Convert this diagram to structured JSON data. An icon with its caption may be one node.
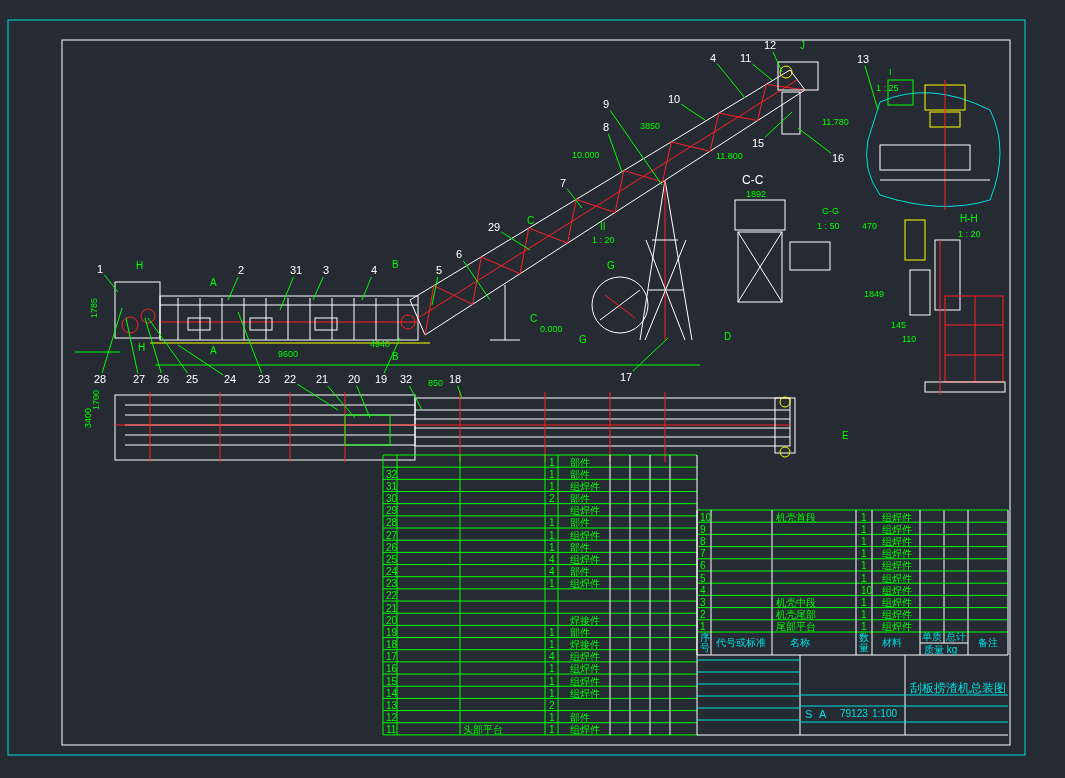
{
  "diagram": {
    "nodes": [
      {
        "text": [
          "12"
        ]
      },
      {
        "text": [
          "4"
        ]
      },
      {
        "text": [
          "11"
        ]
      },
      {
        "text": [
          "13"
        ]
      },
      {
        "text": [
          "10"
        ]
      },
      {
        "text": [
          "9"
        ]
      },
      {
        "text": [
          "8"
        ]
      },
      {
        "text": [
          "15"
        ]
      },
      {
        "text": [
          "16"
        ]
      },
      {
        "text": [
          "7"
        ]
      },
      {
        "text": [
          "29"
        ]
      },
      {
        "text": [
          "6"
        ]
      },
      {
        "text": [
          "1"
        ]
      },
      {
        "text": [
          "2"
        ]
      },
      {
        "text": [
          "31"
        ]
      },
      {
        "text": [
          "3"
        ]
      },
      {
        "text": [
          "4"
        ]
      },
      {
        "text": [
          "5"
        ]
      },
      {
        "text": [
          "17"
        ]
      },
      {
        "text": [
          "28"
        ]
      },
      {
        "text": [
          "27"
        ]
      },
      {
        "text": [
          "26"
        ]
      },
      {
        "text": [
          "25"
        ]
      },
      {
        "text": [
          "24"
        ]
      },
      {
        "text": [
          "23"
        ]
      },
      {
        "text": [
          "22"
        ]
      },
      {
        "text": [
          "21"
        ]
      },
      {
        "text": [
          "20"
        ]
      },
      {
        "text": [
          "19"
        ]
      },
      {
        "text": [
          "32"
        ]
      },
      {
        "text": [
          "18"
        ]
      }
    ],
    "edges": [
      {
        "from": 0,
        "to": null,
        "arrow": "none"
      },
      {
        "from": 1,
        "to": null,
        "arrow": "none"
      },
      {
        "from": 2,
        "to": null,
        "arrow": "none"
      },
      {
        "from": 3,
        "to": null,
        "arrow": "none"
      },
      {
        "from": 4,
        "to": null,
        "arrow": "none"
      },
      {
        "from": 5,
        "to": null,
        "arrow": "none"
      },
      {
        "from": 6,
        "to": null,
        "arrow": "none"
      },
      {
        "from": 7,
        "to": null,
        "arrow": "none"
      },
      {
        "from": 8,
        "to": null,
        "arrow": "none"
      },
      {
        "from": 9,
        "to": null,
        "arrow": "none"
      },
      {
        "from": 10,
        "to": null,
        "arrow": "none"
      },
      {
        "from": 11,
        "to": null,
        "arrow": "none"
      },
      {
        "from": 12,
        "to": null,
        "arrow": "none"
      },
      {
        "from": 13,
        "to": null,
        "arrow": "none"
      },
      {
        "from": 14,
        "to": null,
        "arrow": "none"
      },
      {
        "from": 15,
        "to": null,
        "arrow": "none"
      },
      {
        "from": 16,
        "to": null,
        "arrow": "none"
      },
      {
        "from": 17,
        "to": null,
        "arrow": "none"
      },
      {
        "from": 18,
        "to": null,
        "arrow": "none"
      },
      {
        "from": 19,
        "to": null,
        "arrow": "none"
      },
      {
        "from": 20,
        "to": null,
        "arrow": "none"
      },
      {
        "from": 21,
        "to": null,
        "arrow": "none"
      },
      {
        "from": 22,
        "to": null,
        "arrow": "none"
      },
      {
        "from": 23,
        "to": null,
        "arrow": "none"
      },
      {
        "from": 24,
        "to": null,
        "arrow": "none"
      },
      {
        "from": 25,
        "to": null,
        "arrow": "none"
      },
      {
        "from": 26,
        "to": null,
        "arrow": "none"
      },
      {
        "from": 27,
        "to": null,
        "arrow": "none"
      },
      {
        "from": 28,
        "to": null,
        "arrow": "none"
      },
      {
        "from": 29,
        "to": null,
        "arrow": "none"
      },
      {
        "from": 30,
        "to": null,
        "arrow": "none"
      }
    ],
    "labels": [
      "I",
      "1 : 25",
      "C-C",
      "1892",
      "G-G",
      "1 : 50",
      "470",
      "H-H",
      "1 : 20",
      "II",
      "1 : 20",
      "3850",
      "10.000",
      "11.800",
      "11.780",
      "1849",
      "145",
      "110",
      "0.000",
      "9600",
      "4940",
      "1785",
      "1700",
      "3400",
      "850",
      "J",
      "H",
      "H",
      "A",
      "A",
      "B",
      "B",
      "C",
      "C",
      "G",
      "G",
      "D",
      "E",
      "序号",
      "代号或标准",
      "名称",
      "数量",
      "材料",
      "单质",
      "总计",
      "质量 kg",
      "备注",
      "刮板捞渣机总装图",
      "S",
      "A",
      "79123",
      "1:100",
      "1",
      "部件",
      "32",
      "1",
      "部件",
      "31",
      "1",
      "组焊件",
      "30",
      "2",
      "部件",
      "29",
      "组焊件",
      "28",
      "1",
      "部件",
      "27",
      "1",
      "组焊件",
      "26",
      "1",
      "部件",
      "25",
      "4",
      "组焊件",
      "24",
      "4",
      "部件",
      "23",
      "1",
      "组焊件",
      "22",
      "21",
      "20",
      "焊接件",
      "19",
      "1",
      "部件",
      "18",
      "1",
      "焊接件",
      "17",
      "4",
      "组焊件",
      "16",
      "1",
      "组焊件",
      "15",
      "1",
      "组焊件",
      "14",
      "1",
      "组焊件",
      "13",
      "2",
      "12",
      "1",
      "部件",
      "11",
      "头部平台",
      "1",
      "组焊件",
      "10",
      "机壳首段",
      "1",
      "组焊件",
      "9",
      "1",
      "组焊件",
      "8",
      "1",
      "组焊件",
      "7",
      "1",
      "组焊件",
      "6",
      "1",
      "组焊件",
      "5",
      "1",
      "组焊件",
      "4",
      "10",
      "组焊件",
      "3",
      "机壳中段",
      "1",
      "组焊件",
      "2",
      "机壳尾部",
      "1",
      "组焊件",
      "1",
      "尾部平台",
      "1",
      "组焊件"
    ]
  }
}
